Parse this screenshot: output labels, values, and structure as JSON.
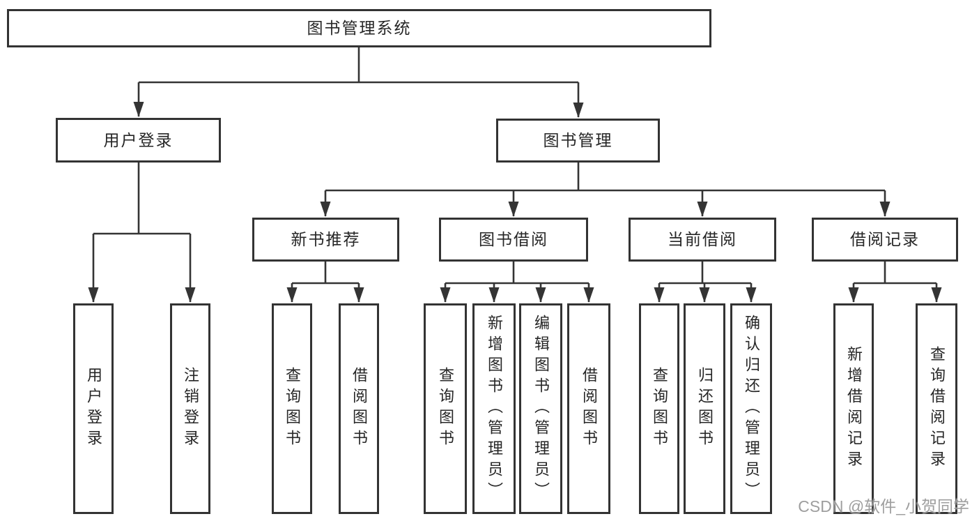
{
  "tree": {
    "label": "图书管理系统",
    "children": [
      {
        "label": "用户登录",
        "children": [
          {
            "label": "用户登录"
          },
          {
            "label": "注销登录"
          }
        ]
      },
      {
        "label": "图书管理",
        "children": [
          {
            "label": "新书推荐",
            "children": [
              {
                "label": "查询图书"
              },
              {
                "label": "借阅图书"
              }
            ]
          },
          {
            "label": "图书借阅",
            "children": [
              {
                "label": "查询图书"
              },
              {
                "label": "新增图书（管理员）"
              },
              {
                "label": "编辑图书（管理员）"
              },
              {
                "label": "借阅图书"
              }
            ]
          },
          {
            "label": "当前借阅",
            "children": [
              {
                "label": "查询图书"
              },
              {
                "label": "归还图书"
              },
              {
                "label": "确认归还（管理员）"
              }
            ]
          },
          {
            "label": "借阅记录",
            "children": [
              {
                "label": "新增借阅记录"
              },
              {
                "label": "查询借阅记录"
              }
            ]
          }
        ]
      }
    ]
  },
  "watermark": "CSDN @软件_小贺同学",
  "colors": {
    "line": "#343434",
    "border": "#333333",
    "text": "#262626",
    "watermark": "#919191"
  }
}
